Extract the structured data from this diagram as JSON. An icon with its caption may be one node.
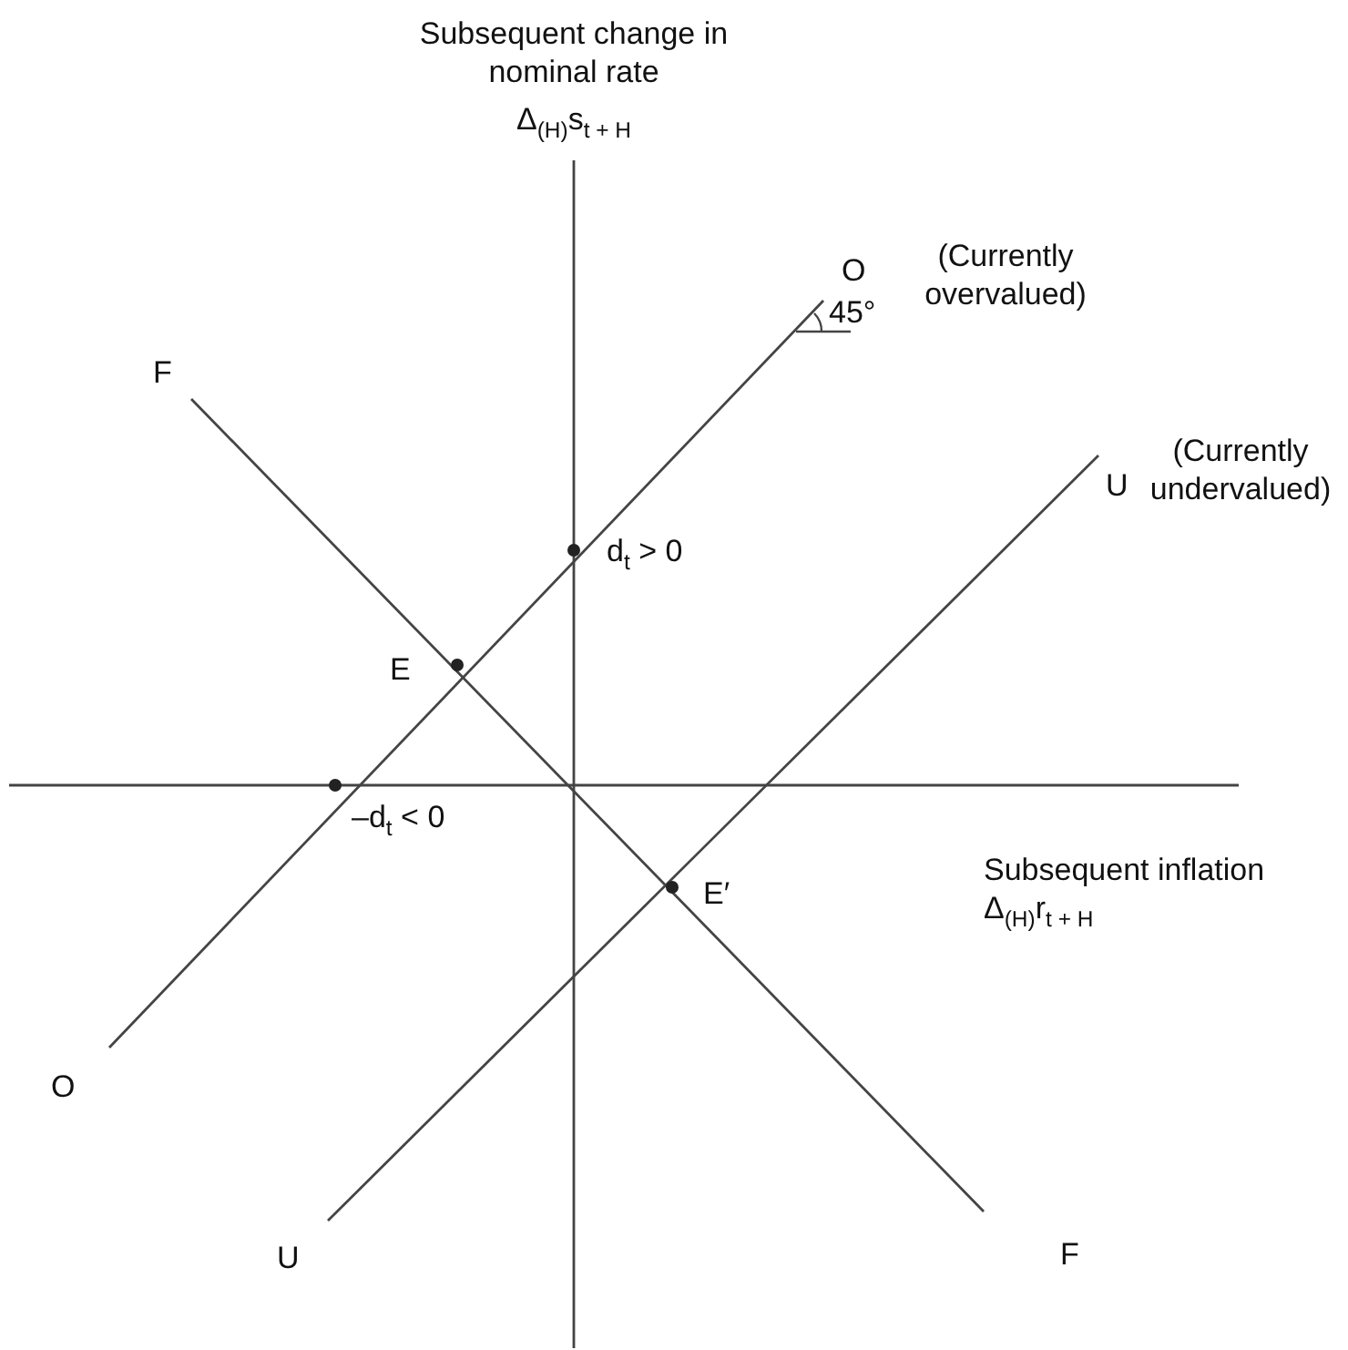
{
  "diagram": {
    "labels": [
      "Subsequent change in nominal rate",
      "Δ$_{(H)}$s$_{t + H}$",
      "O",
      "(Currently overvalued)",
      "F",
      "45°",
      "U",
      "(Currently undervalued)",
      "d$_{t}$ > 0",
      "E",
      "–d$_{t}$ < 0",
      "Subsequent inflation",
      "Δ$_{(H)}$r$_{t + H}$",
      "E′",
      "O",
      "U",
      "F"
    ]
  }
}
